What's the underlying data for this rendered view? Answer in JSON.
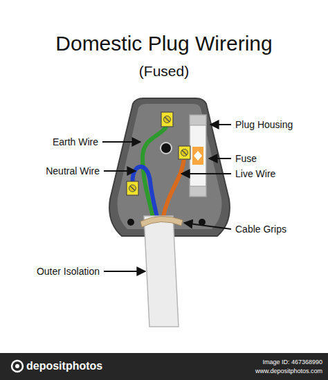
{
  "diagram": {
    "title": "Domestic Plug Wirering",
    "labels": [
      "(Fused)",
      "Earth Wire",
      "Neutral Wire",
      "Outer Isolation",
      "Plug Housing",
      "Fuse",
      "Live Wire",
      "Cable Grips",
      "depositphotos",
      "Image ID: 467368990",
      "www.depositphotos.com"
    ]
  }
}
